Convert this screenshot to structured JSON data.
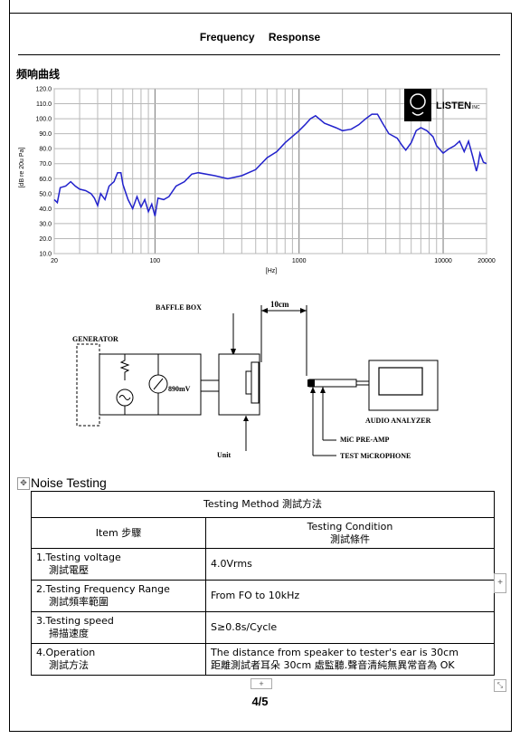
{
  "header": {
    "title": "Frequency    Response"
  },
  "section_label": "频响曲线",
  "chart_data": {
    "type": "line",
    "xscale": "log",
    "xlim": [
      20,
      20000
    ],
    "ylim": [
      10,
      120
    ],
    "xlabel": "[Hz]",
    "ylabel": "[dB re 20u Pa]",
    "x_tick_labels": [
      "20",
      "100",
      "1000",
      "10000",
      "20000"
    ],
    "y_tick_labels": [
      "10.0",
      "20.0",
      "30.0",
      "40.0",
      "50.0",
      "60.0",
      "70.0",
      "80.0",
      "90.0",
      "100.0",
      "110.0",
      "120.0"
    ],
    "grid": true,
    "series": [
      {
        "color": "#2222cc",
        "points": [
          [
            20,
            46
          ],
          [
            21,
            44
          ],
          [
            22,
            54
          ],
          [
            24,
            55
          ],
          [
            26,
            58
          ],
          [
            28,
            55
          ],
          [
            30,
            53
          ],
          [
            33,
            52
          ],
          [
            36,
            50
          ],
          [
            38,
            47
          ],
          [
            40,
            42
          ],
          [
            42,
            50
          ],
          [
            45,
            46
          ],
          [
            48,
            55
          ],
          [
            52,
            58
          ],
          [
            55,
            64
          ],
          [
            58,
            64
          ],
          [
            60,
            56
          ],
          [
            65,
            46
          ],
          [
            70,
            40
          ],
          [
            75,
            48
          ],
          [
            80,
            41
          ],
          [
            85,
            46
          ],
          [
            90,
            38
          ],
          [
            95,
            43
          ],
          [
            100,
            35
          ],
          [
            105,
            47
          ],
          [
            115,
            46
          ],
          [
            125,
            48
          ],
          [
            140,
            55
          ],
          [
            160,
            58
          ],
          [
            180,
            63
          ],
          [
            200,
            64
          ],
          [
            260,
            62
          ],
          [
            320,
            60
          ],
          [
            400,
            62
          ],
          [
            500,
            66
          ],
          [
            600,
            74
          ],
          [
            700,
            78
          ],
          [
            800,
            84
          ],
          [
            1000,
            92
          ],
          [
            1100,
            96
          ],
          [
            1200,
            100
          ],
          [
            1300,
            102
          ],
          [
            1500,
            97
          ],
          [
            1800,
            94
          ],
          [
            2000,
            92
          ],
          [
            2300,
            93
          ],
          [
            2600,
            96
          ],
          [
            2900,
            100
          ],
          [
            3200,
            103
          ],
          [
            3500,
            103
          ],
          [
            3800,
            97
          ],
          [
            4200,
            90
          ],
          [
            4800,
            87
          ],
          [
            5200,
            82
          ],
          [
            5500,
            79
          ],
          [
            6000,
            84
          ],
          [
            6500,
            92
          ],
          [
            7000,
            94
          ],
          [
            7700,
            92
          ],
          [
            8500,
            88
          ],
          [
            9000,
            82
          ],
          [
            10000,
            77
          ],
          [
            11000,
            80
          ],
          [
            12000,
            82
          ],
          [
            13000,
            85
          ],
          [
            14000,
            78
          ],
          [
            15000,
            85
          ],
          [
            16000,
            75
          ],
          [
            17000,
            65
          ],
          [
            17500,
            70
          ],
          [
            18000,
            77
          ],
          [
            19000,
            71
          ],
          [
            20000,
            70
          ]
        ]
      }
    ],
    "logo_text": "LISTEN",
    "logo_suffix": "INC"
  },
  "diagram": {
    "baffle_label": "BAFFLE BOX",
    "distance_label": "10cm",
    "generator_label": "GENERATOR",
    "voltage_label": "890mV",
    "unit_label": "Unit",
    "analyzer_label": "AUDIO ANALYZER",
    "preamp_label": "MiC PRE-AMP",
    "microphone_label": "TEST MiCROPHONE"
  },
  "noise": {
    "heading": "Noise  Testing",
    "table": {
      "method_header": "Testing Method 測試方法",
      "item_header": "Item 步驟",
      "condition_header_1": "Testing Condition",
      "condition_header_2": "測試條件",
      "rows": [
        {
          "item_1": "1.Testing  voltage",
          "item_2": "測試電壓",
          "value_1": "4.0Vrms",
          "value_2": ""
        },
        {
          "item_1": "2.Testing Frequency Range",
          "item_2": "測試頻率範圍",
          "value_1": "From FO to 10kHz",
          "value_2": ""
        },
        {
          "item_1": "3.Testing speed",
          "item_2": "掃描速度",
          "value_1": "S≥0.8s/Cycle",
          "value_2": ""
        },
        {
          "item_1": "4.Operation",
          "item_2": "測試方法",
          "value_1": "The distance from speaker to tester's ear is 30cm",
          "value_2": "距離測試者耳朵 30cm 處監聽.聲音清純無異常音為 OK"
        }
      ]
    }
  },
  "footer": {
    "page": "4/5"
  },
  "controls": {
    "move": "✥",
    "add": "+",
    "resize": "⤡"
  }
}
